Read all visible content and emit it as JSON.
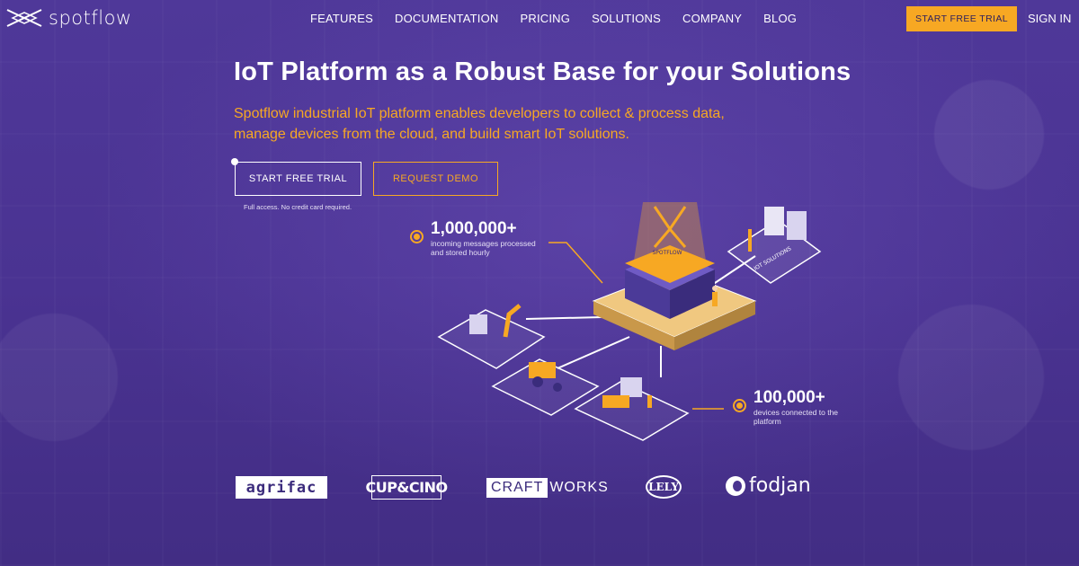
{
  "brand": {
    "name": "spotflow",
    "accent": "#f7a823",
    "bg": "#4a3490"
  },
  "nav": {
    "items": [
      "FEATURES",
      "DOCUMENTATION",
      "PRICING",
      "SOLUTIONS",
      "COMPANY",
      "BLOG"
    ],
    "trial_label": "START FREE TRIAL",
    "signin_label": "SIGN IN"
  },
  "hero": {
    "title": "IoT Platform as a Robust Base for your Solutions",
    "subtitle": "Spotflow industrial IoT platform enables developers to collect & process data, manage devices from the cloud, and build smart IoT solutions.",
    "primary_cta": "START FREE TRIAL",
    "secondary_cta": "REQUEST DEMO",
    "note": "Full access. No credit card required."
  },
  "stats": [
    {
      "value": "1,000,000+",
      "desc_line1": "incoming messages processed",
      "desc_line2": "and stored hourly"
    },
    {
      "value": "100,000+",
      "desc_line1": "devices connected to the",
      "desc_line2": "platform"
    }
  ],
  "illustration": {
    "server_label": "SPOTFLOW",
    "solutions_label": "IOT SOLUTIONS"
  },
  "partners": {
    "agrifac": "agrifac",
    "cup": "CUP&CINO",
    "craft_a": "CRAFT",
    "craft_b": "WORKS",
    "lely": "LELY",
    "fodjan": "fodjan"
  }
}
